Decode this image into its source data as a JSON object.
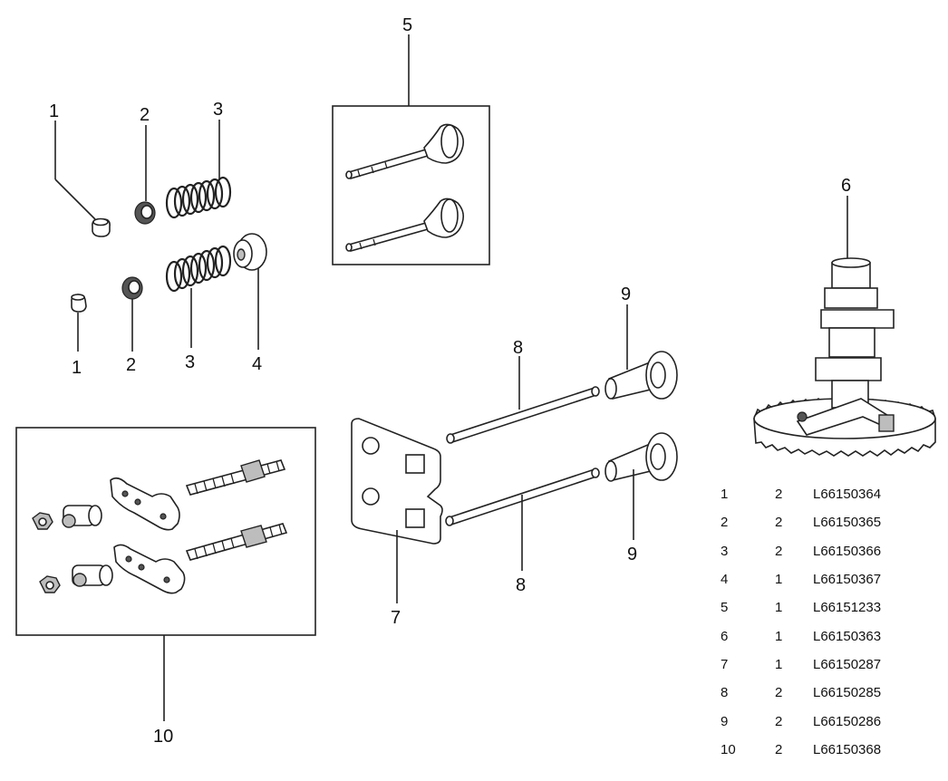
{
  "callouts": {
    "c1a": "1",
    "c1b": "1",
    "c2a": "2",
    "c2b": "2",
    "c3a": "3",
    "c3b": "3",
    "c4": "4",
    "c5": "5",
    "c6": "6",
    "c7": "7",
    "c8a": "8",
    "c8b": "8",
    "c9a": "9",
    "c9b": "9",
    "c10": "10"
  },
  "parts_list": [
    {
      "ref": "1",
      "qty": "2",
      "part_no": "L66150364"
    },
    {
      "ref": "2",
      "qty": "2",
      "part_no": "L66150365"
    },
    {
      "ref": "3",
      "qty": "2",
      "part_no": "L66150366"
    },
    {
      "ref": "4",
      "qty": "1",
      "part_no": "L66150367"
    },
    {
      "ref": "5",
      "qty": "1",
      "part_no": "L66151233"
    },
    {
      "ref": "6",
      "qty": "1",
      "part_no": "L66150363"
    },
    {
      "ref": "7",
      "qty": "1",
      "part_no": "L66150287"
    },
    {
      "ref": "8",
      "qty": "2",
      "part_no": "L66150285"
    },
    {
      "ref": "9",
      "qty": "2",
      "part_no": "L66150286"
    },
    {
      "ref": "10",
      "qty": "2",
      "part_no": "L66150368"
    }
  ]
}
